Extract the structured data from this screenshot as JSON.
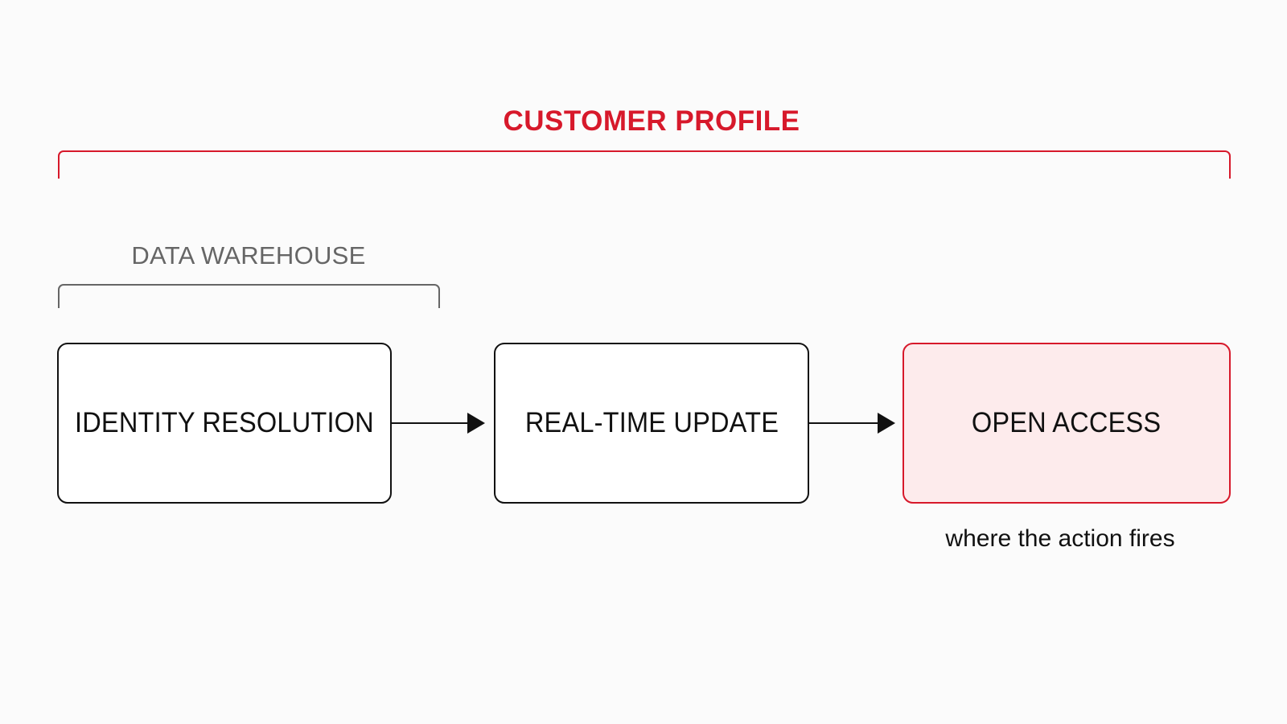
{
  "colors": {
    "accent": "#d7192b",
    "accent_fill": "#fdebec",
    "muted": "#666666",
    "stroke": "#111111",
    "background": "#fbfbfb"
  },
  "customer_profile": {
    "label": "CUSTOMER PROFILE"
  },
  "data_warehouse": {
    "label": "DATA WAREHOUSE"
  },
  "steps": [
    {
      "label": "IDENTITY RESOLUTION"
    },
    {
      "label": "REAL-TIME UPDATE"
    },
    {
      "label": "OPEN ACCESS"
    }
  ],
  "caption": "where the action fires"
}
